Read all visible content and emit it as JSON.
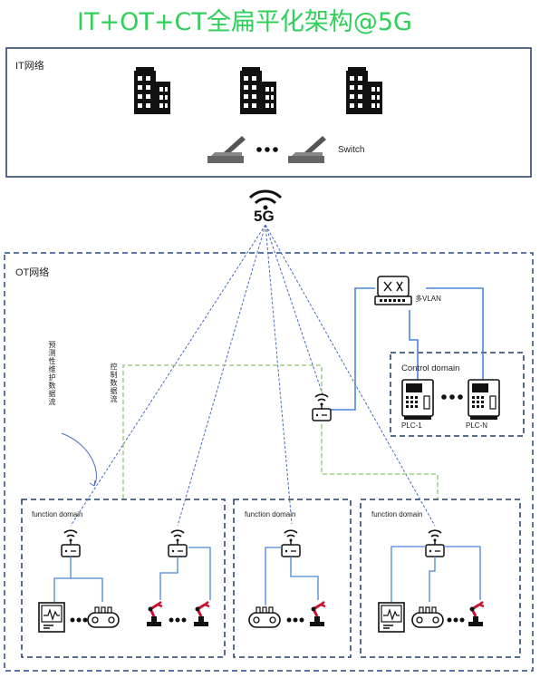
{
  "title": "IT+OT+CT全扁平化架构@5G",
  "it_network": {
    "label": "IT网络",
    "switch_label": "Switch",
    "icons": [
      "building-icon",
      "building-icon",
      "building-icon",
      "switch-icon",
      "ellipsis-icon",
      "switch-icon"
    ]
  },
  "fiveg": {
    "label": "5G",
    "icon": "wireless-signal-icon"
  },
  "ot_network": {
    "label": "OT网络",
    "vlan_label": "多VLAN",
    "flow_predictive": "预测性维护数据流",
    "flow_control": "控制数据流",
    "control_domain": {
      "label": "Control domain",
      "plc_first": "PLC-1",
      "plc_last": "PLC-N"
    },
    "function_domains": [
      {
        "label": "function domain"
      },
      {
        "label": "function domain"
      },
      {
        "label": "function domain"
      }
    ]
  },
  "colors": {
    "title": "#2fd05a",
    "box_border_solid": "#1f3b64",
    "box_border_dashed": "#2a4a85",
    "wireless_link": "#4a6bbf",
    "wired_link": "#4a86d8",
    "control_flow": "#8cc66a",
    "robot_arm": "#c8102e"
  }
}
